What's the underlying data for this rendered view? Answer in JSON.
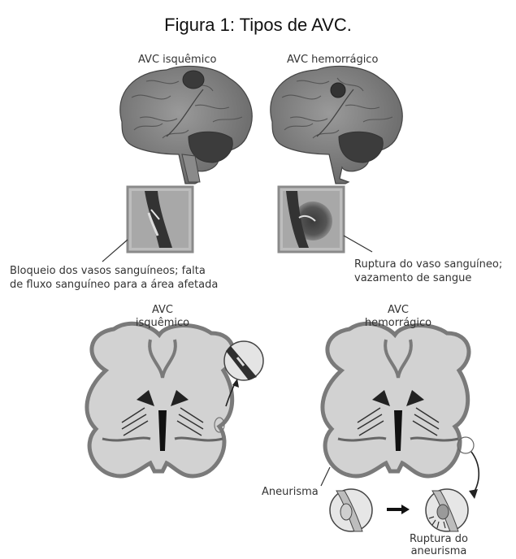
{
  "figure": {
    "title": "Figura 1: Tipos de AVC."
  },
  "top_panel": {
    "left_brain_label": "AVC isquêmico",
    "right_brain_label": "AVC hemorrágico",
    "left_caption_line1": "Bloqueio dos vasos sanguíneos; falta",
    "left_caption_line2": "de fluxo sanguíneo para a área afetada",
    "right_caption_line1": "Ruptura do vaso sanguíneo;",
    "right_caption_line2": "vazamento de sangue"
  },
  "bottom_panel": {
    "left_label_line1": "AVC",
    "left_label_line2": "isquêmico",
    "right_label_line1": "AVC",
    "right_label_line2": "hemorrágico",
    "aneurysm_label": "Aneurisma",
    "rupture_label_line1": "Ruptura do",
    "rupture_label_line2": "aneurisma"
  }
}
